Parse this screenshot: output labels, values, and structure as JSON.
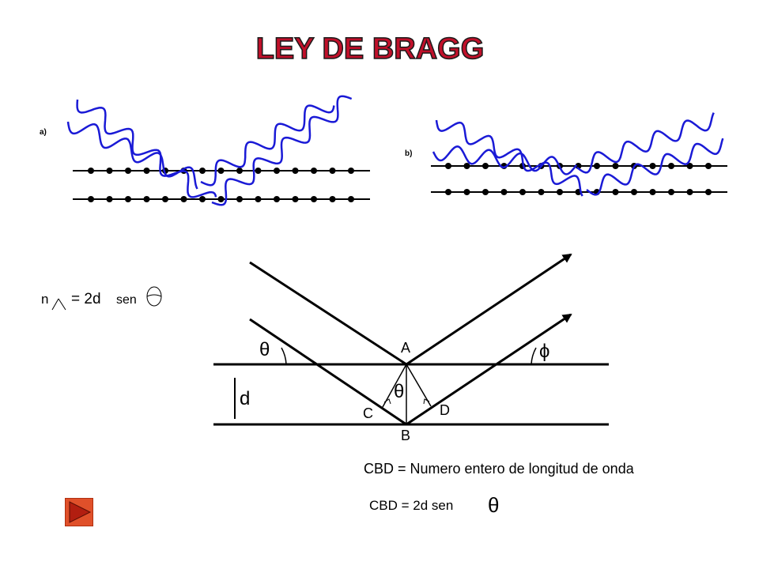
{
  "title": "LEY DE BRAGG",
  "panel_a": {
    "label": "a)"
  },
  "panel_b": {
    "label": "b)"
  },
  "equation": {
    "n": "n",
    "eq": "= 2d",
    "sen": "sen"
  },
  "geometry": {
    "theta": "θ",
    "phi": "ϕ",
    "theta_center": "θ",
    "point_a": "A",
    "point_b": "B",
    "point_c": "C",
    "point_d": "D",
    "spacing": "d"
  },
  "caption1": "CBD = Numero entero de longitud de onda",
  "caption2": {
    "text": "CBD = 2d sen",
    "symbol": "θ"
  },
  "colors": {
    "wave": "#1a1ad6",
    "title_fill": "#c0102a",
    "title_stroke": "#1a1a1a",
    "nav_button": "#e0502a"
  },
  "nav": {
    "icon": "play-icon"
  }
}
